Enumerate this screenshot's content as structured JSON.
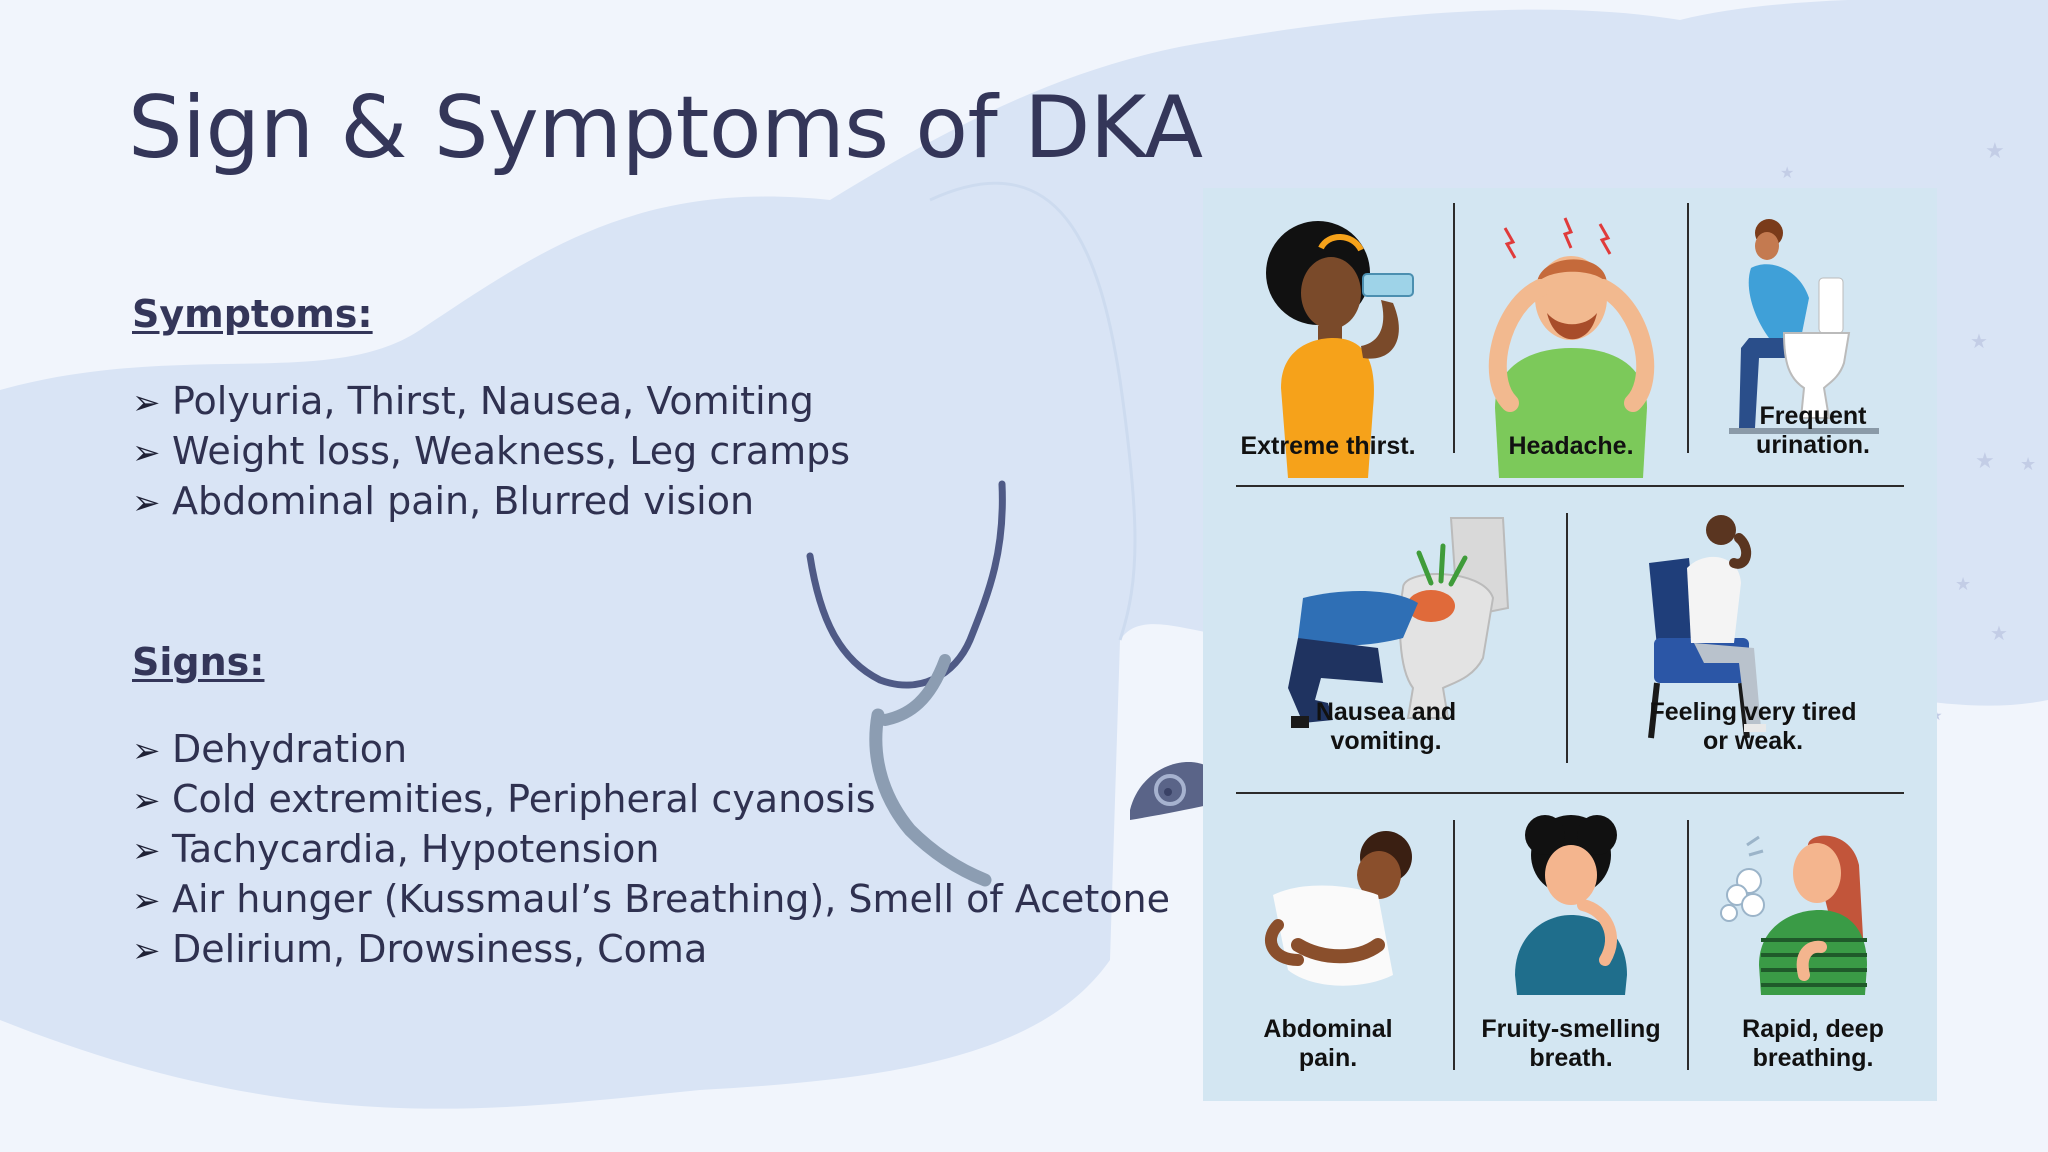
{
  "slide": {
    "title": "Sign & Symptoms of DKA"
  },
  "symptoms": {
    "heading": "Symptoms:",
    "items": [
      "Polyuria, Thirst, Nausea, Vomiting",
      "Weight loss, Weakness, Leg cramps",
      "Abdominal pain, Blurred vision"
    ]
  },
  "signs": {
    "heading": "Signs:",
    "items": [
      "Dehydration",
      "Cold extremities, Peripheral cyanosis",
      "Tachycardia, Hypotension",
      "Air hunger (Kussmaul’s Breathing), Smell of Acetone",
      "Delirium, Drowsiness, Coma"
    ]
  },
  "bullet_glyph": "➢",
  "infographic": {
    "panels": [
      {
        "caption": "Extreme thirst.",
        "icon": "drinking-water-icon"
      },
      {
        "caption": "Headache.",
        "icon": "headache-icon"
      },
      {
        "caption": "Frequent\nurination.",
        "icon": "toilet-icon"
      },
      {
        "caption": "Nausea and\nvomiting.",
        "icon": "vomiting-icon"
      },
      {
        "caption": "Feeling very tired\nor weak.",
        "icon": "tired-person-icon"
      },
      {
        "caption": "Abdominal\npain.",
        "icon": "abdominal-pain-icon"
      },
      {
        "caption": "Fruity-smelling\nbreath.",
        "icon": "fruity-breath-icon"
      },
      {
        "caption": "Rapid, deep\nbreathing.",
        "icon": "rapid-breathing-icon"
      }
    ]
  },
  "colors": {
    "background": "#f1f5fc",
    "blob": "#d9e4f5",
    "title": "#343659",
    "infographic_bg": "#d3e6f2"
  }
}
